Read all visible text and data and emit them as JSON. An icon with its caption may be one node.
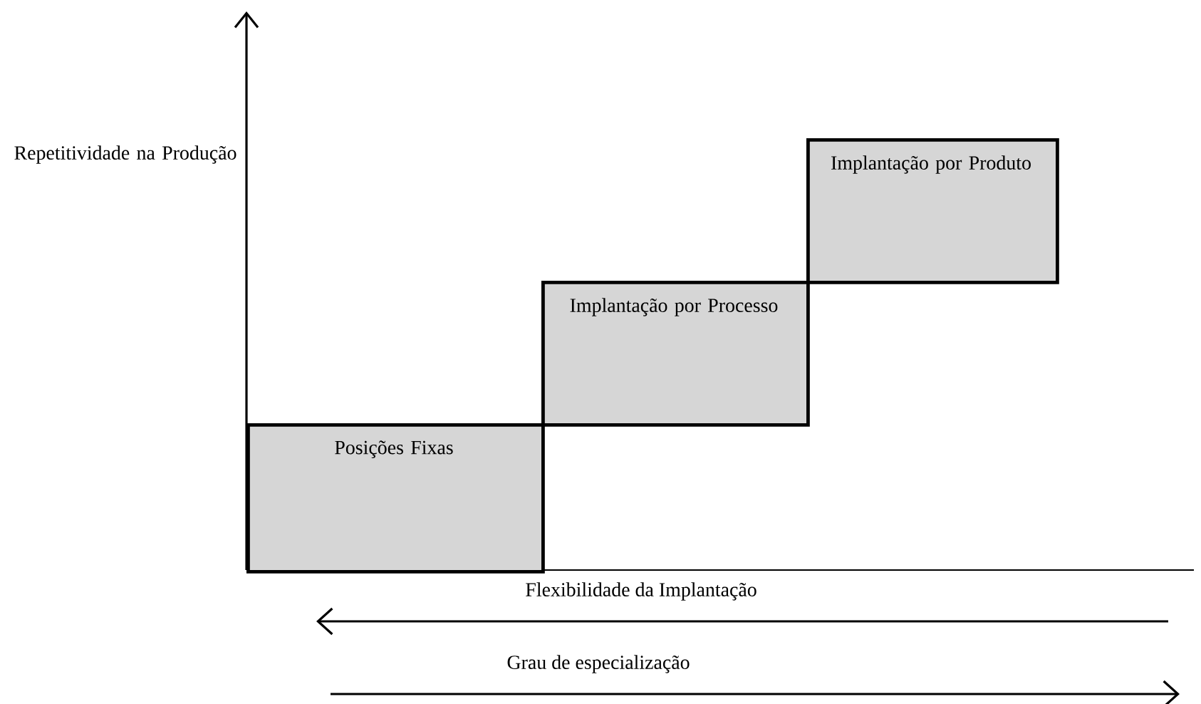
{
  "diagram": {
    "nodes": [
      {
        "text": [
          "Posições Fixas"
        ]
      },
      {
        "text": [
          "Implantação por Processo"
        ]
      },
      {
        "text": [
          "Implantação por Produto"
        ]
      }
    ],
    "labels": [
      "Repetitividade na Produção",
      "Flexibilidade da Implantação",
      "Grau de especialização"
    ]
  }
}
